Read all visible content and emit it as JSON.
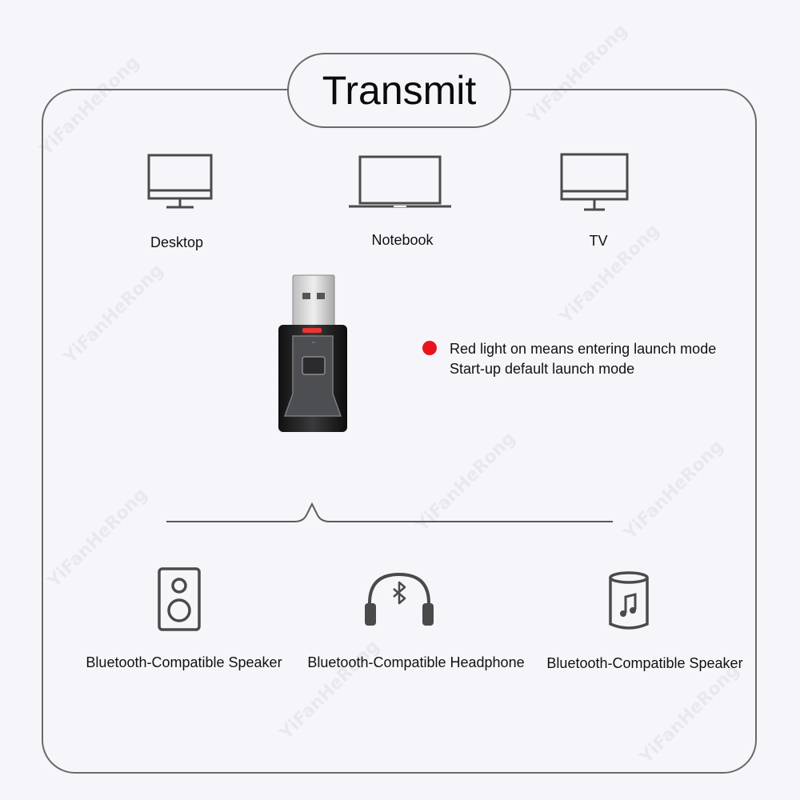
{
  "title": "Transmit",
  "sources": [
    {
      "label": "Desktop",
      "icon": "desktop-icon"
    },
    {
      "label": "Notebook",
      "icon": "laptop-icon"
    },
    {
      "label": "TV",
      "icon": "tv-icon"
    }
  ],
  "indicator": {
    "color": "#e8141c",
    "line1": "Red light on means entering launch mode",
    "line2": "Start-up default launch mode"
  },
  "outputs": [
    {
      "label": "Bluetooth-Compatible Speaker",
      "icon": "speaker-icon"
    },
    {
      "label": "Bluetooth-Compatible Headphone",
      "icon": "headphone-icon"
    },
    {
      "label": "Bluetooth-Compatible Speaker",
      "icon": "cylinder-speaker-icon"
    }
  ],
  "watermark_text": "YiFanHeRong"
}
